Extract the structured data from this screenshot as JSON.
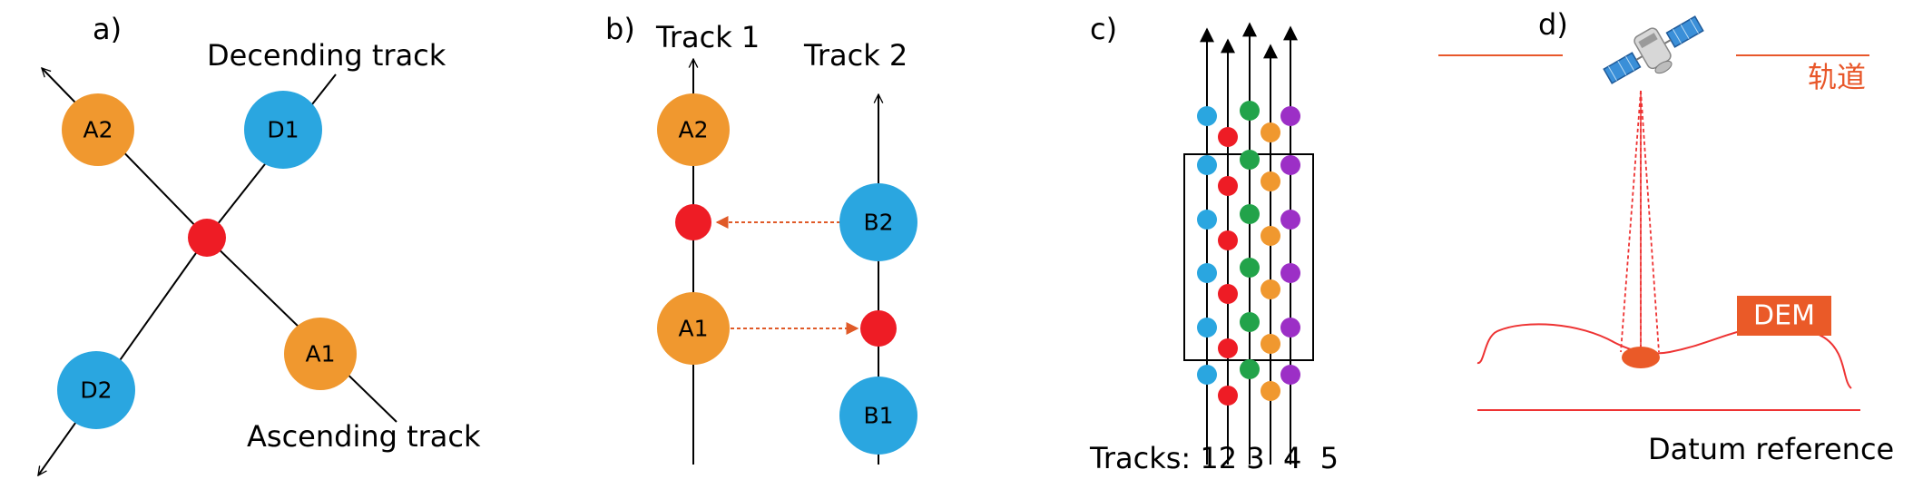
{
  "colors": {
    "orange": "#f0982f",
    "blue": "#2aa6e0",
    "red": "#ee1c25",
    "green": "#22a34a",
    "purple": "#9c2fc6",
    "dem_orange": "#ea5a28",
    "dash_orange": "#e05a28"
  },
  "panel_a": {
    "label": "a)",
    "descending_label": "Decending track",
    "ascending_label": "Ascending track",
    "nodes": {
      "A2": "A2",
      "D1": "D1",
      "A1": "A1",
      "D2": "D2"
    }
  },
  "panel_b": {
    "label": "b)",
    "track1_label": "Track 1",
    "track2_label": "Track 2",
    "nodes": {
      "A2": "A2",
      "A1": "A1",
      "B2": "B2",
      "B1": "B1"
    }
  },
  "panel_c": {
    "label": "c)",
    "tracks_label": "Tracks: 12 3  4  5",
    "track_colors": [
      "blue",
      "red",
      "green",
      "orange",
      "purple"
    ]
  },
  "panel_d": {
    "label": "d)",
    "orbit_label": "轨道",
    "dem_label": "DEM",
    "datum_label": "Datum reference",
    "satellite_icon": "satellite-icon"
  }
}
